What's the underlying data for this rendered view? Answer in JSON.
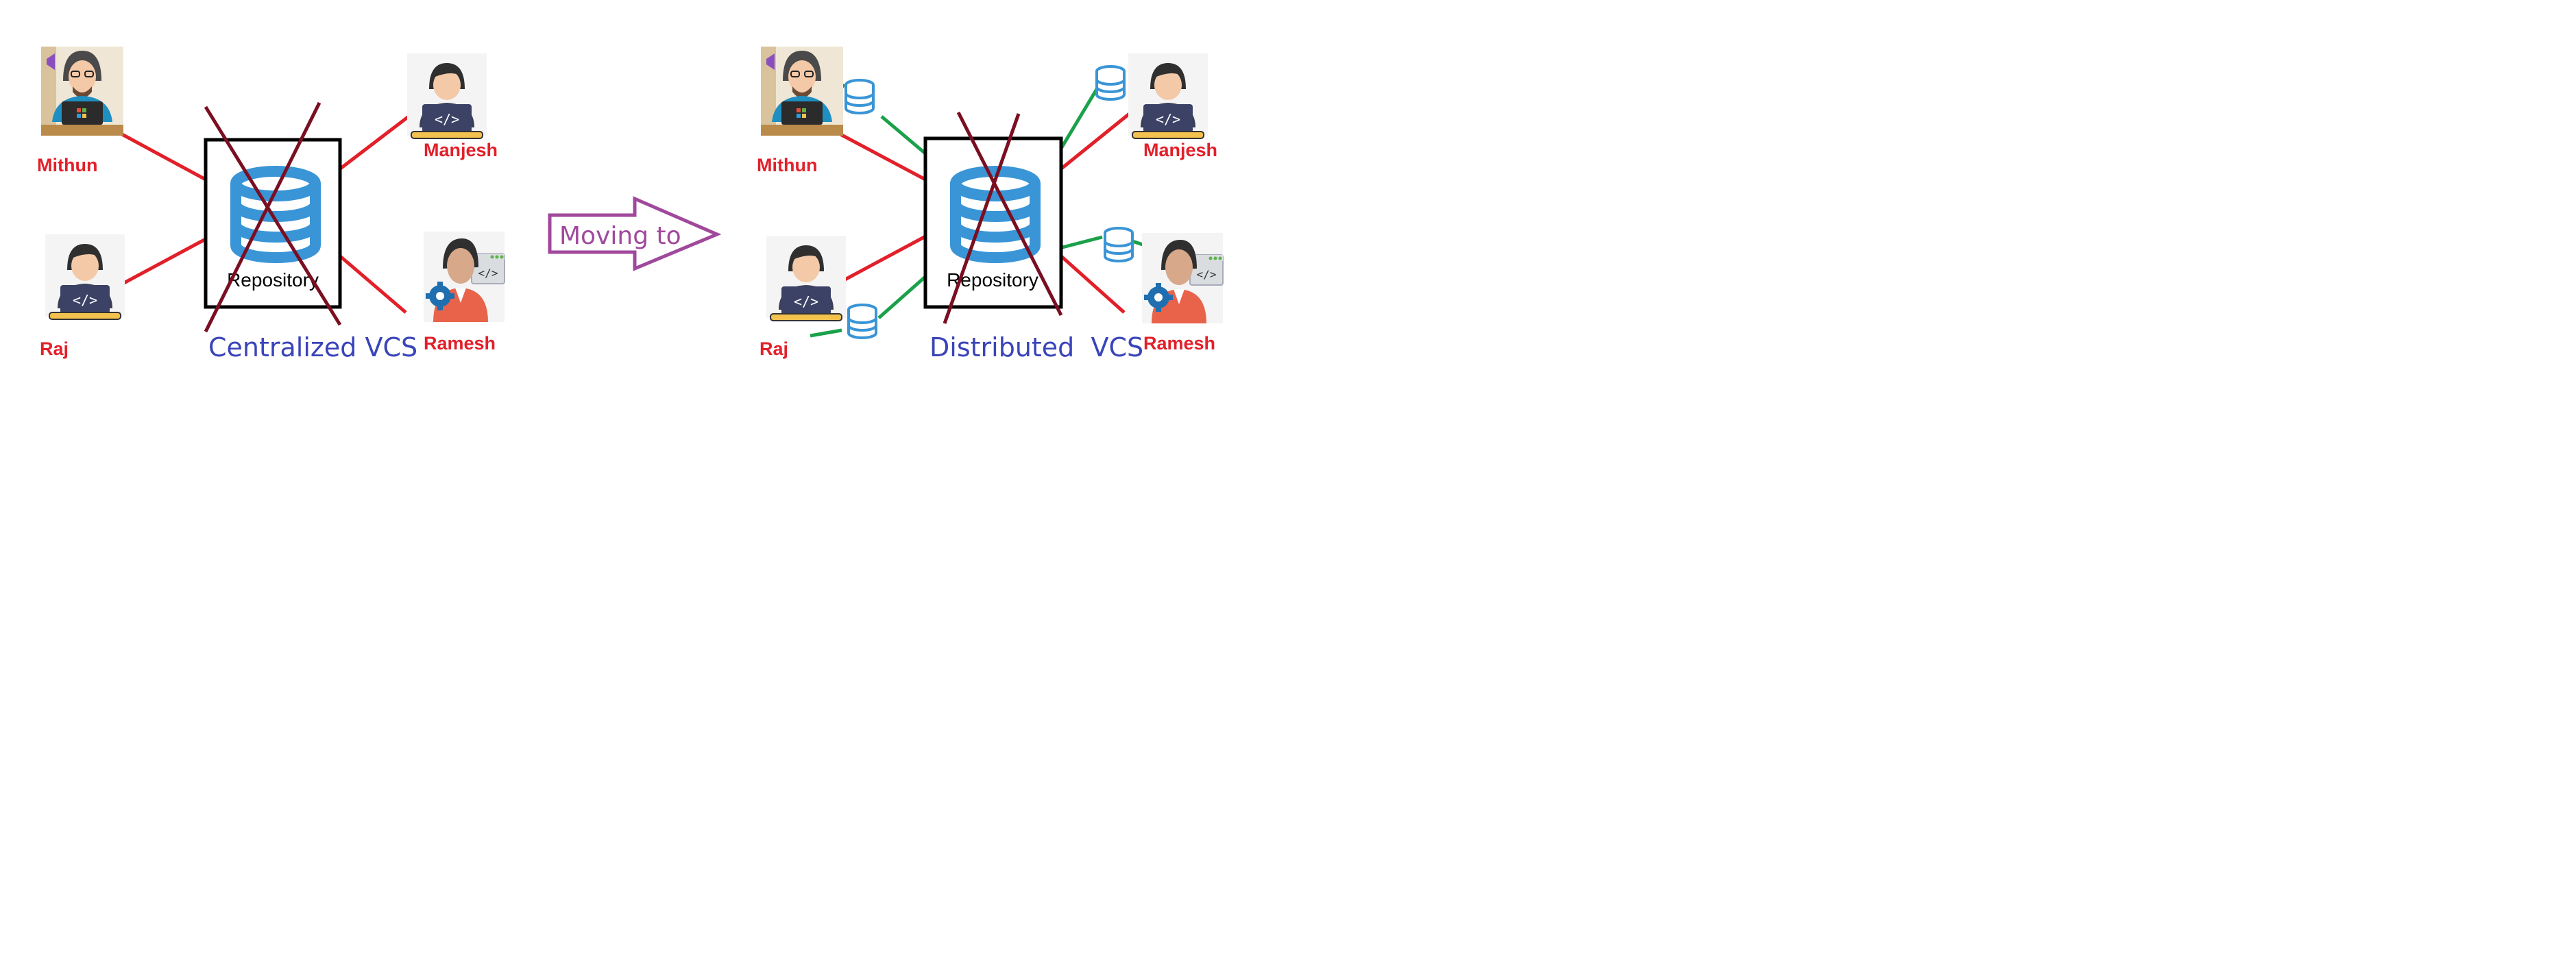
{
  "colors": {
    "person_label": "#e2202a",
    "centralized_link": "#e2202a",
    "distributed_local_link": "#1aa14a",
    "title": "#3a44b8",
    "arrow": "#a0499c",
    "database_icon": "#3a95d6",
    "cross": "#7a0f22",
    "box_border": "#000000"
  },
  "centralized": {
    "title": "Centralized VCS",
    "repository_label": "Repository",
    "developers": [
      "Mithun",
      "Manjesh",
      "Raj",
      "Ramesh"
    ]
  },
  "transition": {
    "label": "Moving to"
  },
  "distributed": {
    "title": "Distributed  VCS",
    "repository_label": "Repository",
    "developers": [
      "Mithun",
      "Manjesh",
      "Raj",
      "Ramesh"
    ]
  },
  "icons": {
    "database": "database-icon",
    "developer": "developer-laptop-icon",
    "developer_manager": "developer-gear-icon",
    "developer_vs": "developer-visual-studio-icon",
    "cross": "cross-out-icon",
    "arrow": "block-arrow-icon"
  }
}
